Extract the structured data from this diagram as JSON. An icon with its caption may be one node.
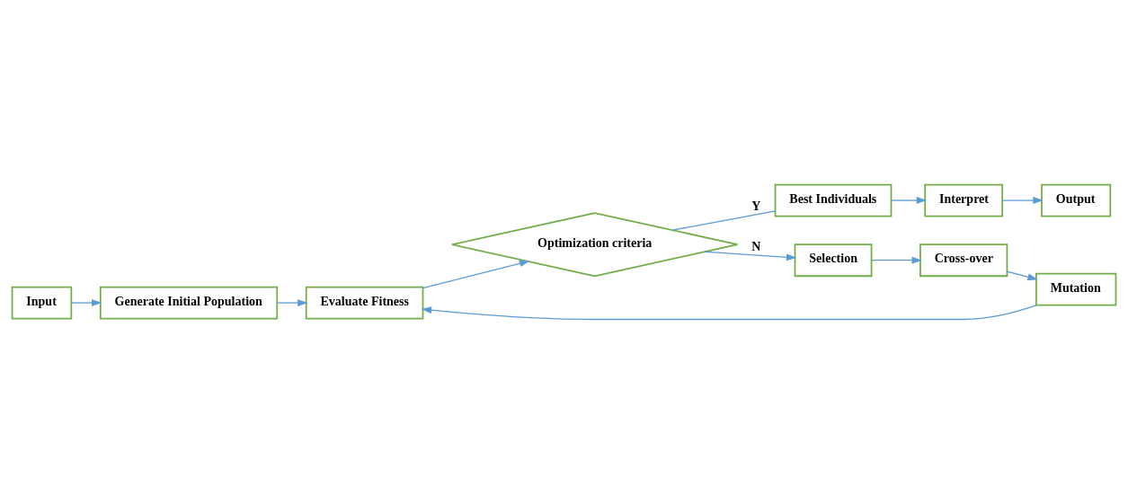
{
  "diagram": {
    "nodes": [
      {
        "text": [
          "Input"
        ]
      },
      {
        "text": [
          "Generate Initial Population"
        ]
      },
      {
        "text": [
          "Evaluate Fitness"
        ]
      },
      {
        "text": [
          "Optimization criteria"
        ]
      },
      {
        "text": [
          "Best Individuals"
        ]
      },
      {
        "text": [
          "Interpret"
        ]
      },
      {
        "text": [
          "Output"
        ]
      },
      {
        "text": [
          "Selection"
        ]
      },
      {
        "text": [
          "Cross-over"
        ]
      },
      {
        "text": [
          "Mutation"
        ]
      }
    ],
    "edges": [
      {
        "from": 0,
        "to": 1,
        "arrow": "to"
      },
      {
        "from": 1,
        "to": 2,
        "arrow": "to"
      },
      {
        "from": 2,
        "to": 3,
        "arrow": "to"
      },
      {
        "from": 3,
        "to": 4,
        "arrow": "none",
        "label": "Y"
      },
      {
        "from": 4,
        "to": 5,
        "arrow": "to"
      },
      {
        "from": 5,
        "to": 6,
        "arrow": "to"
      },
      {
        "from": 3,
        "to": 7,
        "arrow": "to",
        "label": "N"
      },
      {
        "from": 7,
        "to": 8,
        "arrow": "to"
      },
      {
        "from": 8,
        "to": 9,
        "arrow": "to"
      },
      {
        "from": 9,
        "to": 2,
        "arrow": "to"
      }
    ]
  }
}
